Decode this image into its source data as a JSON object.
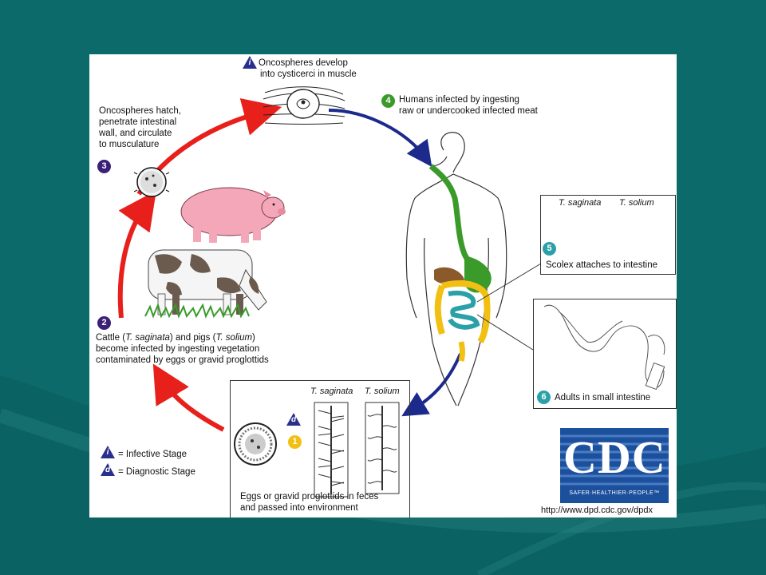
{
  "colors": {
    "page_background": "#0c6a6a",
    "infective_arrow": "#e8201c",
    "transmission_arrow": "#1c2a8c",
    "step_purple": "#3b2077",
    "step_green": "#3b9a2a",
    "step_teal": "#2aa0a8",
    "step_yellow": "#f2c012",
    "stage_marker": "#2a2f8c",
    "cdc_blue": "#1c4f9c"
  },
  "steps": {
    "s1": {
      "number": "1",
      "part1": "Eggs or gravid proglottids in feces",
      "part2": "and passed into environment"
    },
    "s2": {
      "number": "2",
      "line1_a": "Cattle (",
      "line1_b": "T. saginata",
      "line1_c": ") and pigs (",
      "line1_d": "T. solium",
      "line1_e": ")",
      "line2": "become infected by ingesting vegetation",
      "line3": "contaminated by eggs or gravid proglottids"
    },
    "s3": {
      "number": "3",
      "lines": [
        "Oncospheres hatch,",
        "penetrate intestinal",
        "wall, and circulate",
        "to musculature"
      ]
    },
    "s4": {
      "number": "4",
      "lines": [
        "Humans infected by ingesting",
        "raw or undercooked infected meat"
      ]
    },
    "s5": {
      "number": "5",
      "label": "Scolex attaches to intestine",
      "species_a": "T. saginata",
      "species_b": "T. solium"
    },
    "s6": {
      "number": "6",
      "label": "Adults in small intestine"
    }
  },
  "top_stage": {
    "marker": "i",
    "lines": [
      "Oncospheres develop",
      "into cysticerci in muscle"
    ]
  },
  "bottom_box": {
    "species_a": "T. saginata",
    "species_b": "T. solium",
    "marker": "d"
  },
  "legend": {
    "infective": {
      "marker": "i",
      "label": "= Infective Stage"
    },
    "diagnostic": {
      "marker": "d",
      "label": "= Diagnostic Stage"
    }
  },
  "logo": {
    "text": "CDC",
    "tagline": "SAFER·HEALTHIER·PEOPLE™",
    "url": "http://www.dpd.cdc.gov/dpdx"
  }
}
